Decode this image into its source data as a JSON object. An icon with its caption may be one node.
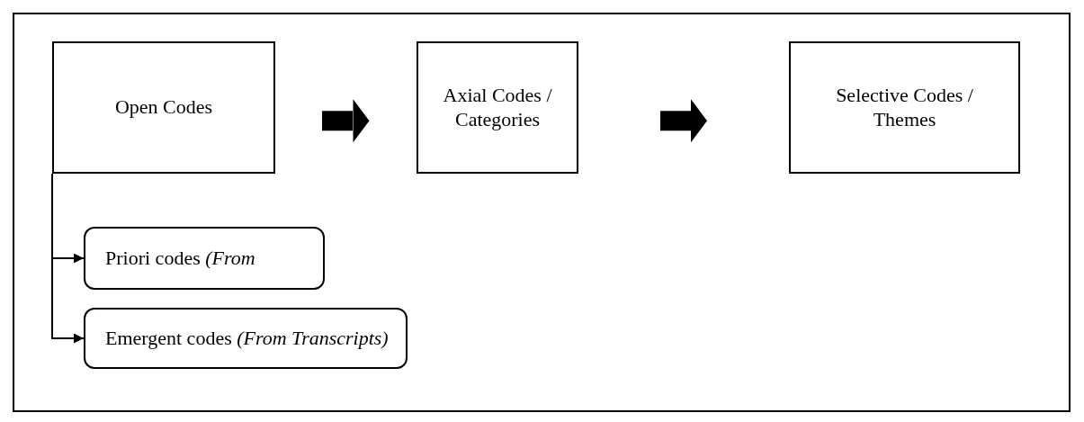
{
  "diagram": {
    "nodes": [
      {
        "text": [
          "Open Codes"
        ]
      },
      {
        "text": [
          "Axial Codes / Categories"
        ]
      },
      {
        "text": [
          "Selective Codes / Themes"
        ]
      },
      {
        "text": [
          "Priori codes *(From*"
        ]
      },
      {
        "text": [
          "Emergent codes *(From Transcripts)*"
        ]
      }
    ],
    "edges": [
      {
        "from": 0,
        "to": 1,
        "arrow": "to",
        "style": "thick"
      },
      {
        "from": 1,
        "to": 2,
        "arrow": "to",
        "style": "thick"
      },
      {
        "from": 0,
        "to": 3,
        "arrow": "to"
      },
      {
        "from": 0,
        "to": 4,
        "arrow": "to"
      }
    ]
  }
}
